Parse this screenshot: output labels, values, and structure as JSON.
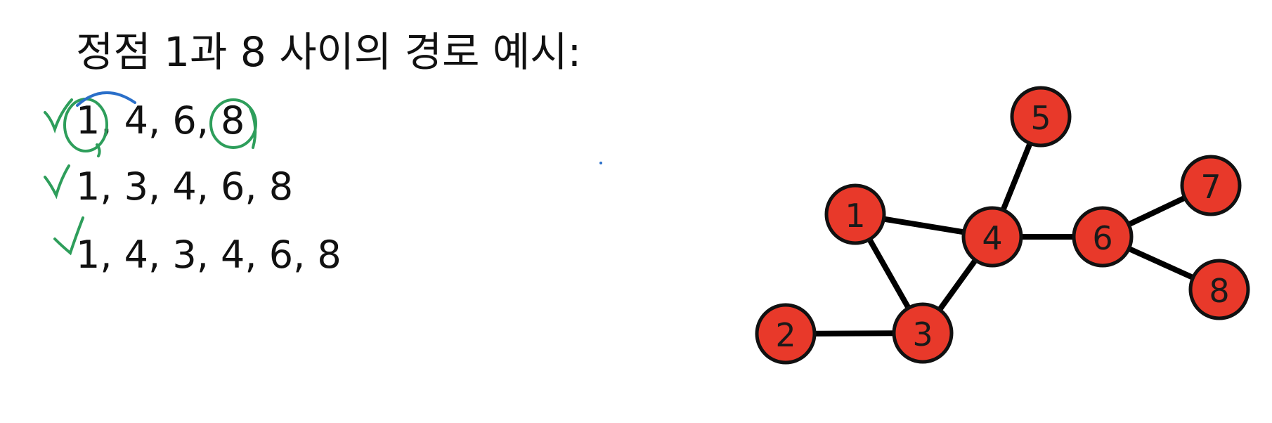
{
  "title": "정점 1과 8 사이의 경로 예시:",
  "paths": [
    {
      "text": "1, 4, 6, 8"
    },
    {
      "text": "1, 3, 4, 6, 8"
    },
    {
      "text": "1, 4, 3, 4, 6, 8"
    }
  ],
  "annotation_colors": {
    "green": "#2e9e5b",
    "blue": "#2a6fc9"
  },
  "graph": {
    "node_fill": "#e8392a",
    "node_stroke": "#111111",
    "nodes": [
      {
        "id": "1",
        "label": "1"
      },
      {
        "id": "2",
        "label": "2"
      },
      {
        "id": "3",
        "label": "3"
      },
      {
        "id": "4",
        "label": "4"
      },
      {
        "id": "5",
        "label": "5"
      },
      {
        "id": "6",
        "label": "6"
      },
      {
        "id": "7",
        "label": "7"
      },
      {
        "id": "8",
        "label": "8"
      }
    ],
    "edges": [
      [
        "1",
        "4"
      ],
      [
        "1",
        "3"
      ],
      [
        "2",
        "3"
      ],
      [
        "3",
        "4"
      ],
      [
        "4",
        "5"
      ],
      [
        "4",
        "6"
      ],
      [
        "6",
        "7"
      ],
      [
        "6",
        "8"
      ]
    ]
  }
}
